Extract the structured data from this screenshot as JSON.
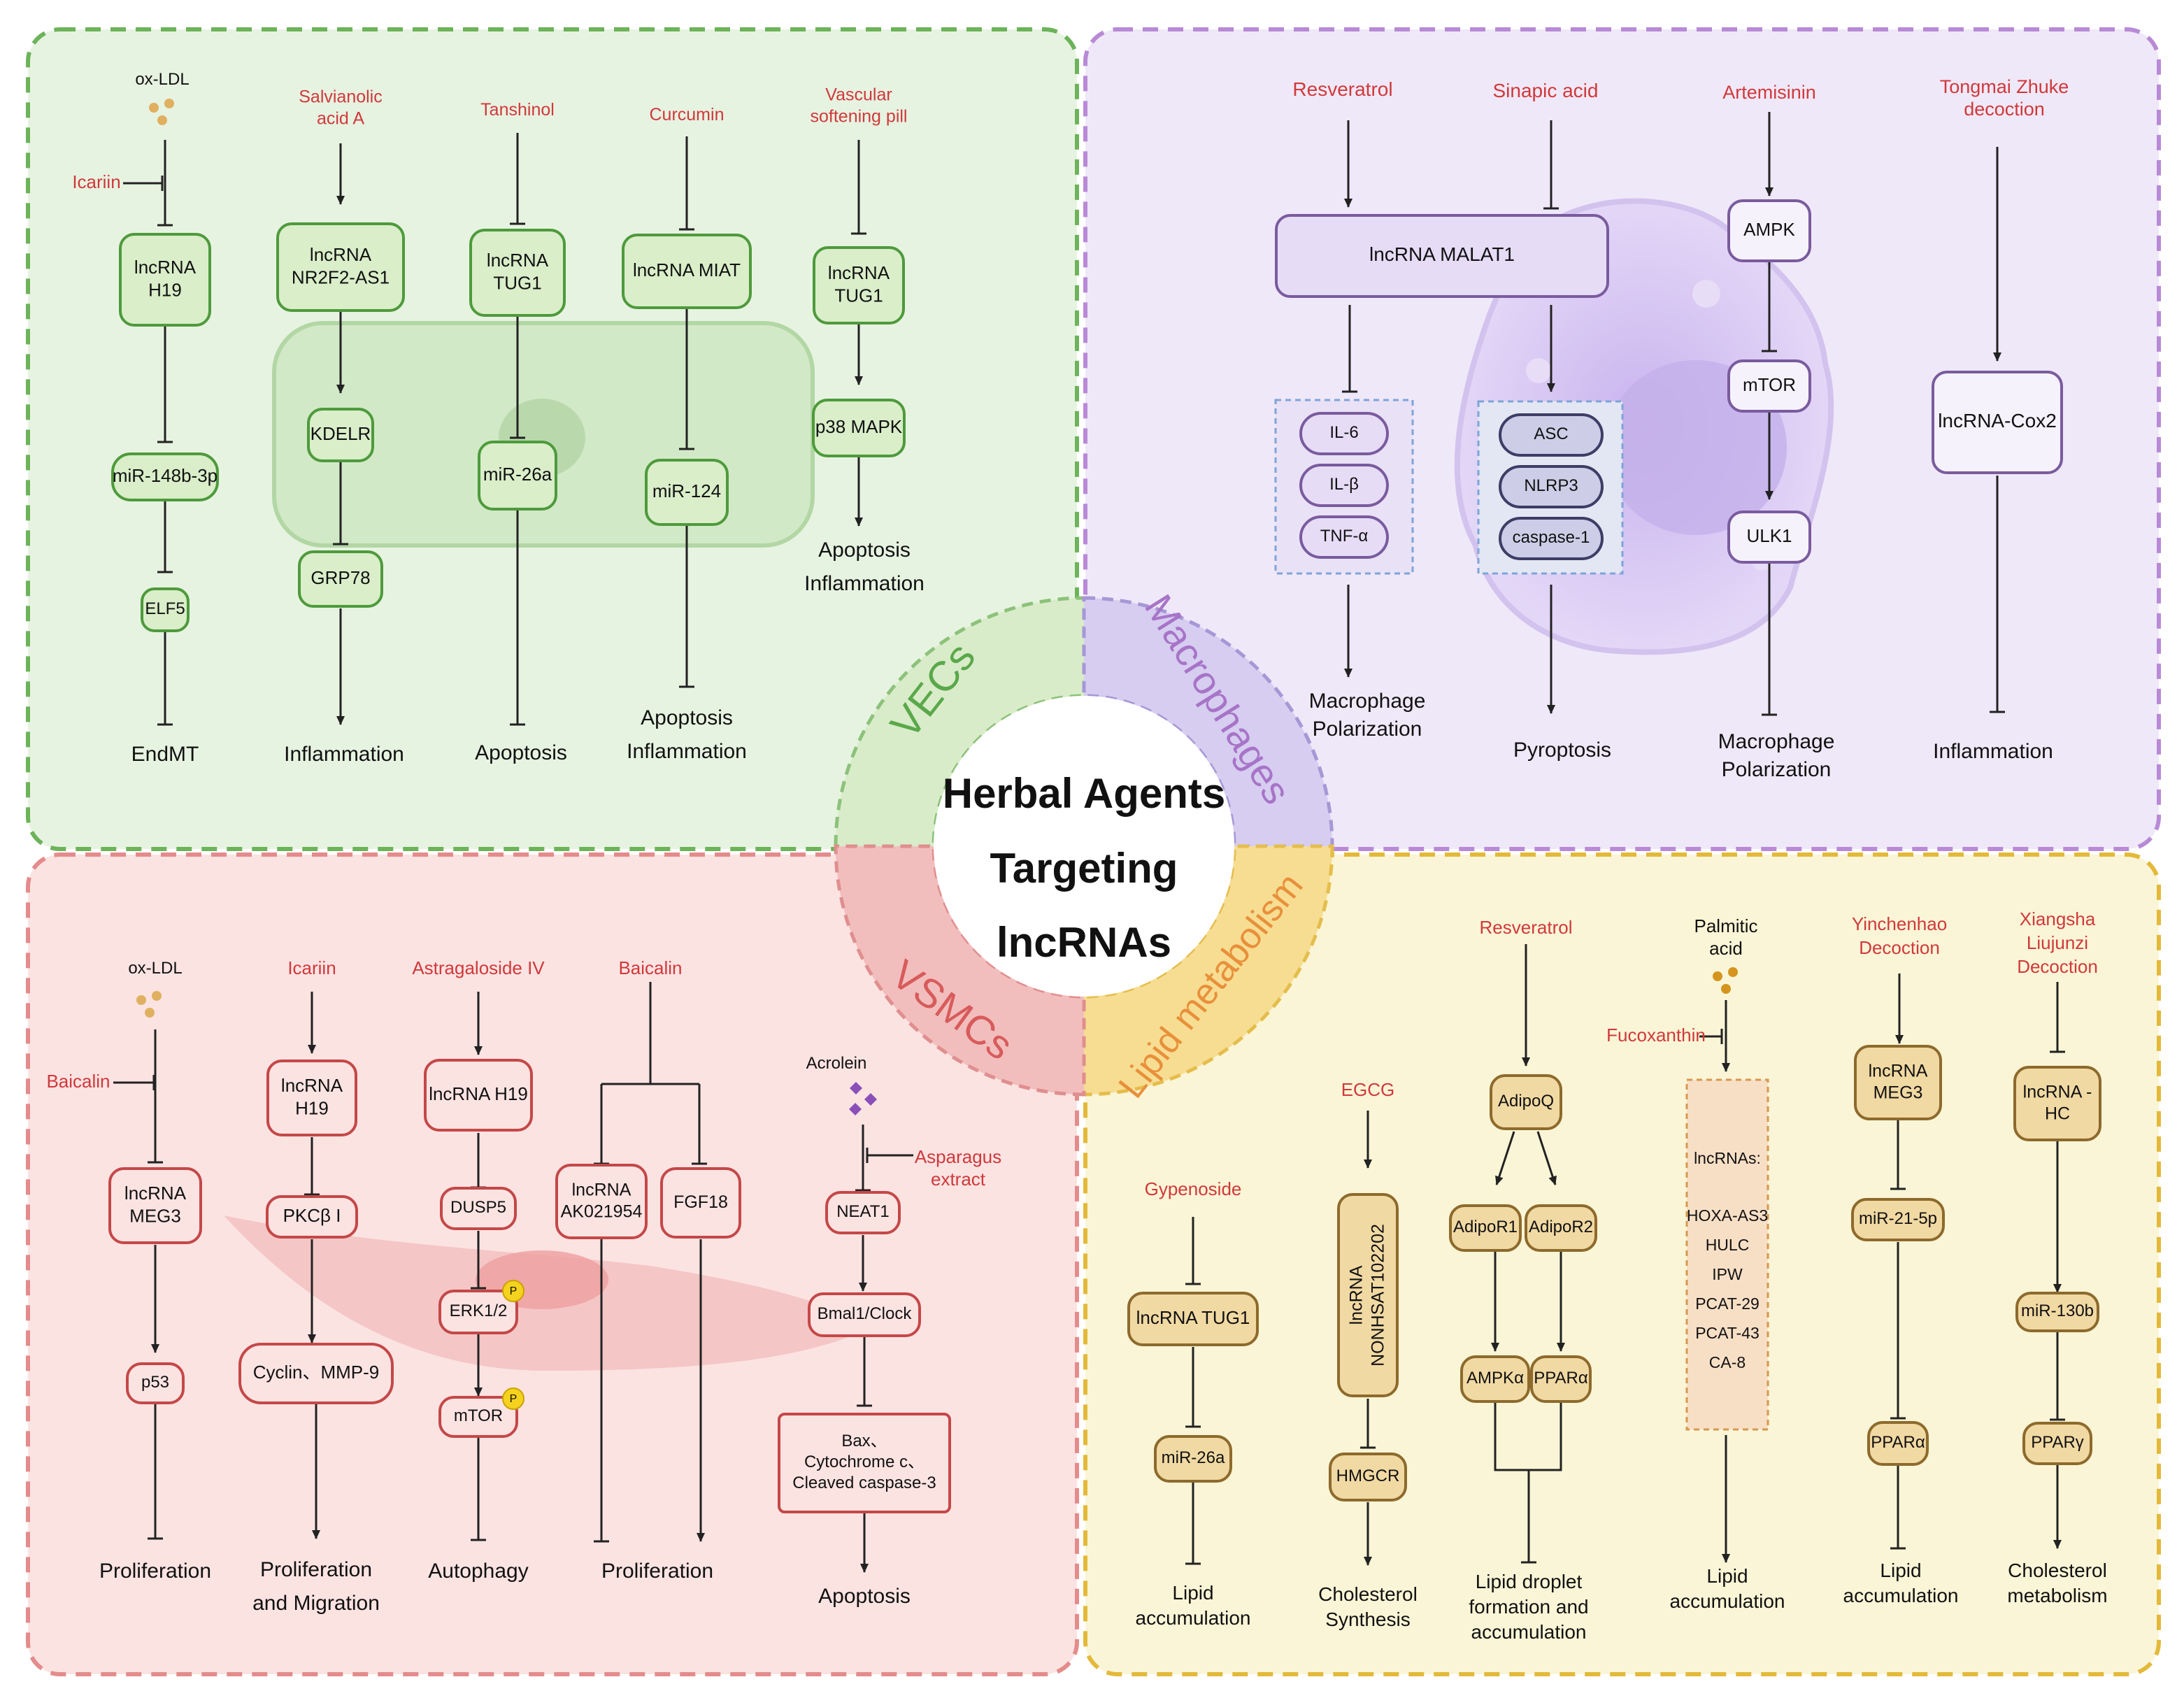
{
  "center": {
    "line1": "Herbal Agents",
    "line2": "Targeting",
    "line3": "lncRNAs"
  },
  "ring": {
    "vecs": "VECs",
    "macrophages": "Macrophages",
    "vsmcs": "VSMCs",
    "lipid": "Lipid metabolism"
  },
  "colors": {
    "vec": "#5aa84a",
    "macro": "#b07ad0",
    "vsmc": "#e07a7a",
    "lipid": "#e2b83a",
    "agent": "#d0393b"
  },
  "vec": {
    "c1": {
      "agent": "ox-LDL",
      "inhibitor": "Icariin",
      "n1": [
        "lncRNA",
        "H19"
      ],
      "n2": "miR-148b-3p",
      "n3": "ELF5",
      "out": "EndMT"
    },
    "c2": {
      "agent": [
        "Salvianolic",
        "acid A"
      ],
      "n1": [
        "lncRNA",
        "NR2F2-AS1"
      ],
      "n2": "KDELR",
      "n3": "GRP78",
      "out": "Inflammation"
    },
    "c3": {
      "agent": "Tanshinol",
      "n1": [
        "lncRNA",
        "TUG1"
      ],
      "n2": "miR-26a",
      "out": "Apoptosis"
    },
    "c4": {
      "agent": "Curcumin",
      "n1": "lncRNA MIAT",
      "n2": "miR-124",
      "out": [
        "Apoptosis",
        "Inflammation"
      ]
    },
    "c5": {
      "agent": [
        "Vascular",
        "softening pill"
      ],
      "n1": [
        "lncRNA",
        "TUG1"
      ],
      "n2": "p38 MAPK",
      "out": [
        "Apoptosis",
        "Inflammation"
      ]
    }
  },
  "mac": {
    "agents": {
      "resveratrol": "Resveratrol",
      "sinapic": "Sinapic acid",
      "artemisinin": "Artemisinin",
      "tongmai": [
        "Tongmai Zhuke",
        "decoction"
      ]
    },
    "malat1": "lncRNA  MALAT1",
    "cytokines": [
      "IL-6",
      "IL-β",
      "TNF-α"
    ],
    "inflammasome": [
      "ASC",
      "NLRP3",
      "caspase-1"
    ],
    "ampk": "AMPK",
    "mtor": "mTOR",
    "ulk1": "ULK1",
    "cox2": "lncRNA-Cox2",
    "out1": [
      "Macrophage",
      "Polarization"
    ],
    "out2": "Pyroptosis",
    "out3": [
      "Macrophage",
      "Polarization"
    ],
    "out4": "Inflammation"
  },
  "vsmc": {
    "c1": {
      "agent": "ox-LDL",
      "inhibitor": "Baicalin",
      "n1": [
        "lncRNA",
        "MEG3"
      ],
      "n2": "p53",
      "out": "Proliferation"
    },
    "c2": {
      "agent": "Icariin",
      "n1": [
        "lncRNA",
        "H19"
      ],
      "n2": "PKCβ I",
      "n3": "Cyclin、MMP-9",
      "out": [
        "Proliferation",
        "and Migration"
      ]
    },
    "c3": {
      "agent": "Astragaloside IV",
      "n1": "lncRNA H19",
      "n2": "DUSP5",
      "n3": "ERK1/2",
      "n4": "mTOR",
      "p": "P",
      "out": "Autophagy"
    },
    "c4": {
      "agent": "Baicalin",
      "n1": [
        "lncRNA",
        "AK021954"
      ],
      "n2": "FGF18",
      "out": "Proliferation"
    },
    "c5": {
      "agent": "Acrolein",
      "inhibitor": [
        "Asparagus",
        "extract"
      ],
      "n1": "NEAT1",
      "n2": "Bmal1/Clock",
      "n3": [
        "Bax、",
        "Cytochrome c、",
        "Cleaved caspase-3"
      ],
      "out": "Apoptosis"
    }
  },
  "lipid": {
    "c1": {
      "agent": "Gypenoside",
      "n1": "lncRNA TUG1",
      "n2": "miR-26a",
      "out": [
        "Lipid",
        "accumulation"
      ]
    },
    "c2": {
      "agent": "EGCG",
      "n1": [
        "lncRNA",
        "NONHSAT102202"
      ],
      "n2": "HMGCR",
      "out": [
        "Cholesterol",
        "Synthesis"
      ]
    },
    "c3": {
      "agent": "Resveratrol",
      "n1": "AdipoQ",
      "n2a": "AdipoR1",
      "n2b": "AdipoR2",
      "n3a": "AMPKα",
      "n3b": "PPARα",
      "out": [
        "Lipid droplet",
        "formation and",
        "accumulation"
      ]
    },
    "c4": {
      "agent": [
        "Palmitic",
        "acid"
      ],
      "inhibitor": "Fucoxanthin",
      "title": "lncRNAs:",
      "list": [
        "HOXA-AS3",
        "HULC",
        "IPW",
        "PCAT-29",
        "PCAT-43",
        "CA-8"
      ],
      "out": [
        "Lipid",
        "accumulation"
      ]
    },
    "c5": {
      "agent": [
        "Yinchenhao",
        "Decoction"
      ],
      "n1": [
        "lncRNA",
        "MEG3"
      ],
      "n2": "miR-21-5p",
      "n3": "PPARα",
      "out": [
        "Lipid",
        "accumulation"
      ]
    },
    "c6": {
      "agent": [
        "Xiangsha",
        "Liujunzi",
        "Decoction"
      ],
      "n1": [
        "lncRNA -",
        "HC"
      ],
      "n2": "miR-130b",
      "n3": "PPARγ",
      "out": [
        "Cholesterol",
        "metabolism"
      ]
    }
  }
}
